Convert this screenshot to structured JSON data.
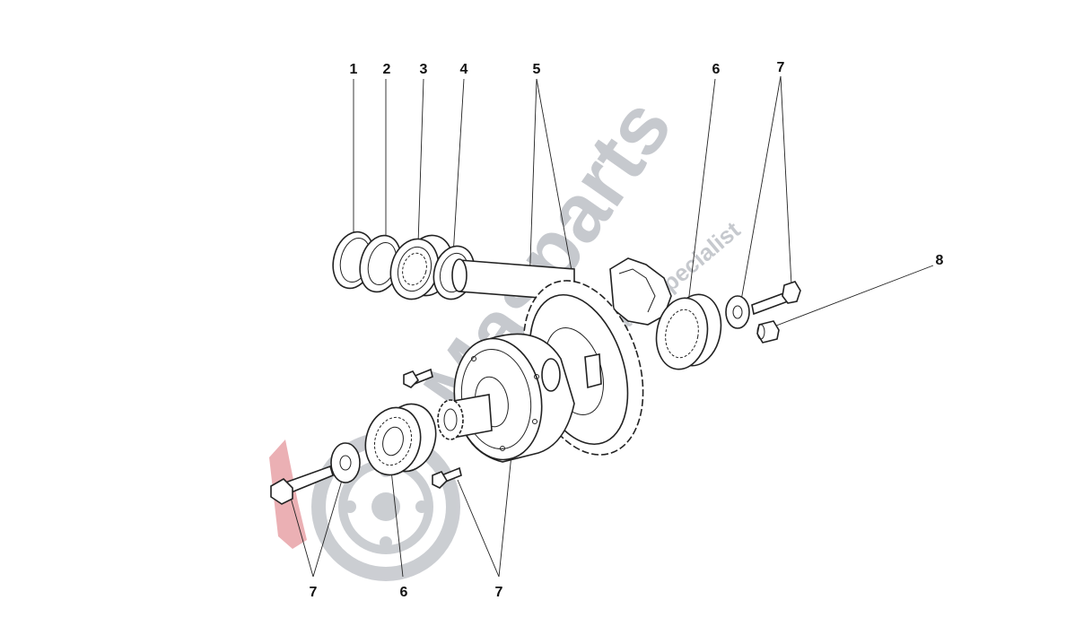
{
  "diagram": {
    "callouts": [
      "1",
      "2",
      "3",
      "4",
      "5",
      "6",
      "7",
      "8",
      "7",
      "6",
      "7"
    ],
    "watermark": {
      "brand": "Masparts",
      "tagline": "exclusive cars parts specialist",
      "colors": {
        "logo_red": "#e8a3a8",
        "logo_gray": "#b9bcc2"
      }
    }
  }
}
